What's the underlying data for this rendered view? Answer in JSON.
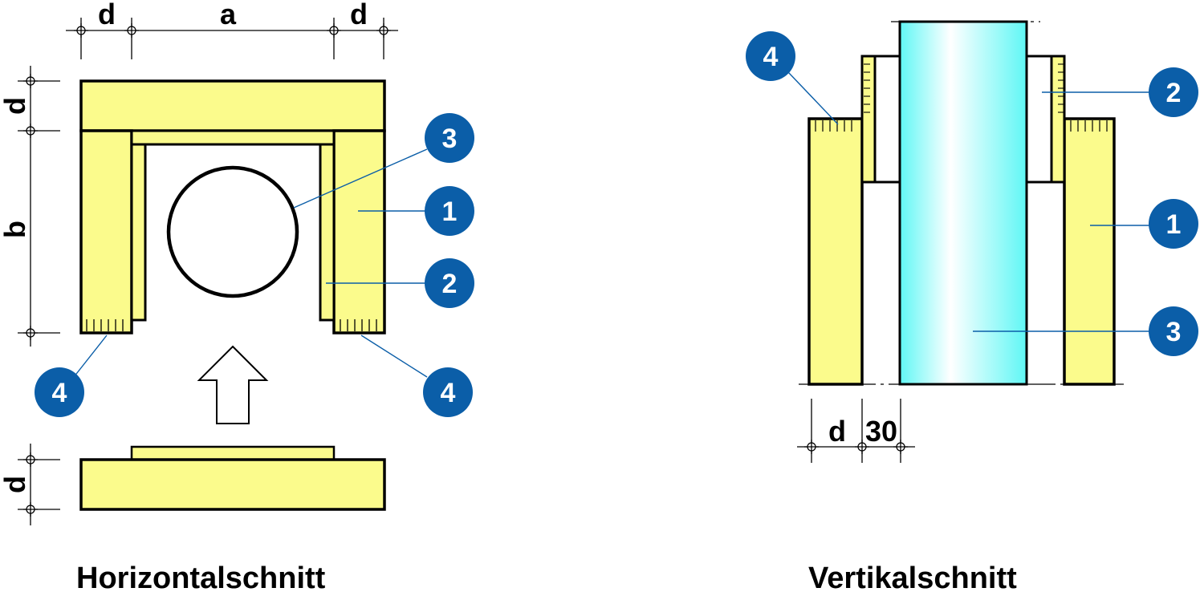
{
  "colors": {
    "insulation": "#fbfb8c",
    "badge": "#0b5ea8",
    "pipe_edge": "#5ff7f5",
    "pipe_center": "#ffffff",
    "outline": "#000000"
  },
  "horizontal": {
    "caption": "Horizontalschnitt",
    "dims": {
      "d_left": "d",
      "a": "a",
      "d_right": "d",
      "d_top": "d",
      "b": "b",
      "d_bottom": "d"
    },
    "badges": {
      "b1": "1",
      "b2": "2",
      "b3": "3",
      "b4_left": "4",
      "b4_right": "4"
    },
    "arrow_icon": "up-arrow-icon"
  },
  "vertical": {
    "caption": "Vertikalschnitt",
    "dims": {
      "d": "d",
      "gap": "30"
    },
    "badges": {
      "b1": "1",
      "b2": "2",
      "b3": "3",
      "b4": "4"
    }
  }
}
